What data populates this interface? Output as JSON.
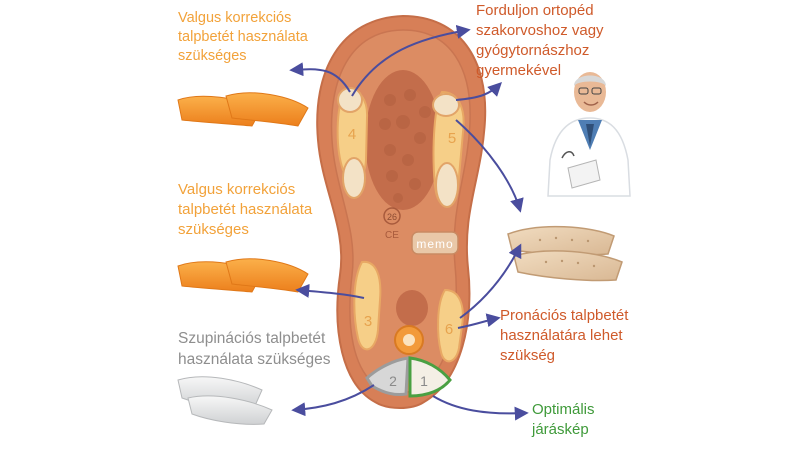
{
  "labels": {
    "valgus_top": [
      "Valgus korrekciós",
      "talpbetét használata",
      "szükséges"
    ],
    "valgus_mid": [
      "Valgus korrekciós",
      "talpbetét használata",
      "szükséges"
    ],
    "specialist": [
      "Forduljon ortopéd",
      "szakorvoshoz vagy",
      "gyógytornászhoz",
      "gyermekével"
    ],
    "supination": [
      "Szupinációs talpbetét",
      "használata szükséges"
    ],
    "pronation": [
      "Pronációs talpbetét",
      "használatára lehet",
      "szükség"
    ],
    "optimal": [
      "Optimális",
      "járáskép"
    ]
  },
  "zones": [
    "1",
    "2",
    "3",
    "4",
    "5",
    "6"
  ],
  "sole": {
    "size_mark": "26",
    "brand": "memo",
    "ce_mark": "CE"
  },
  "colors": {
    "orange_text": "#f2a23a",
    "red_text": "#cf5a2a",
    "gray_text": "#8e8e8e",
    "green_text": "#3f9a3a",
    "arrow": "#4a4d9e",
    "sole": "#d77f57",
    "insole_orange": "#f59a2e",
    "zone_fill": "#f6cf88"
  },
  "icons": [
    "arrow-icon",
    "doctor-icon",
    "insole-icon",
    "shoe-sole-icon"
  ]
}
